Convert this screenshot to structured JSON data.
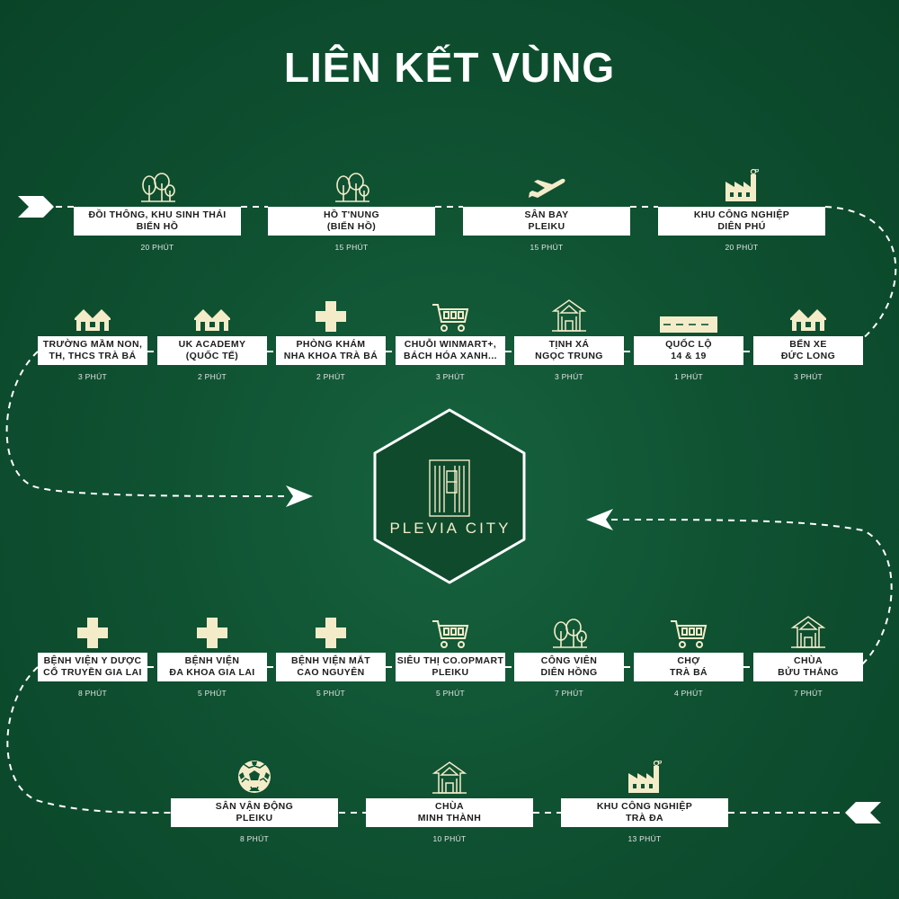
{
  "title": "LIÊN KẾT VÙNG",
  "center": {
    "name": "PLEVIA CITY"
  },
  "colors": {
    "background": "#0f5232",
    "icon": "#f4ecc9",
    "box": "#ffffff"
  },
  "rows": [
    [
      {
        "icon": "trees-icon",
        "line1": "ĐỒI THÔNG, KHU SINH THÁI",
        "line2": "BIỂN HỒ",
        "time": "20 PHÚT"
      },
      {
        "icon": "trees-icon",
        "line1": "HỒ T'NUNG",
        "line2": "(BIỂN HỒ)",
        "time": "15 PHÚT"
      },
      {
        "icon": "airplane-icon",
        "line1": "SÂN BAY",
        "line2": "PLEIKU",
        "time": "15 PHÚT"
      },
      {
        "icon": "factory-icon",
        "line1": "KHU CÔNG NGHIỆP",
        "line2": "DIÊN PHÚ",
        "time": "20 PHÚT"
      }
    ],
    [
      {
        "icon": "school-icon",
        "line1": "TRƯỜNG MẦM NON,",
        "line2": "TH, THCS TRÀ BÁ",
        "time": "3 PHÚT"
      },
      {
        "icon": "school-icon",
        "line1": "UK ACADEMY",
        "line2": "(QUỐC TẾ)",
        "time": "2 PHÚT"
      },
      {
        "icon": "medical-cross-icon",
        "line1": "PHÒNG KHÁM",
        "line2": "NHA KHOA TRÀ BÁ",
        "time": "2 PHÚT"
      },
      {
        "icon": "shopping-cart-icon",
        "line1": "CHUỖI WINMART+,",
        "line2": "BÁCH HÓA XANH...",
        "time": "3 PHÚT"
      },
      {
        "icon": "temple-icon",
        "line1": "TỊNH XÁ",
        "line2": "NGỌC TRUNG",
        "time": "3 PHÚT"
      },
      {
        "icon": "road-icon",
        "line1": "QUỐC LỘ",
        "line2": "14 & 19",
        "time": "1 PHÚT"
      },
      {
        "icon": "house-icon",
        "line1": "BẾN XE",
        "line2": "ĐỨC LONG",
        "time": "3 PHÚT"
      }
    ],
    [
      {
        "icon": "medical-cross-icon",
        "line1": "BỆNH VIỆN Y DƯỢC",
        "line2": "CỔ TRUYỀN GIA LAI",
        "time": "8 PHÚT"
      },
      {
        "icon": "medical-cross-icon",
        "line1": "BỆNH VIỆN",
        "line2": "ĐA KHOA GIA LAI",
        "time": "5 PHÚT"
      },
      {
        "icon": "medical-cross-icon",
        "line1": "BỆNH VIỆN MẮT",
        "line2": "CAO NGUYÊN",
        "time": "5 PHÚT"
      },
      {
        "icon": "shopping-cart-icon",
        "line1": "SIÊU THỊ CO.OPMART",
        "line2": "PLEIKU",
        "time": "5 PHÚT"
      },
      {
        "icon": "trees-icon",
        "line1": "CÔNG VIÊN",
        "line2": "DIÊN HỒNG",
        "time": "7 PHÚT"
      },
      {
        "icon": "shopping-cart-icon",
        "line1": "CHỢ",
        "line2": "TRÀ BÁ",
        "time": "4 PHÚT"
      },
      {
        "icon": "temple-icon",
        "line1": "CHÙA",
        "line2": "BỬU THẮNG",
        "time": "7 PHÚT"
      }
    ],
    [
      {
        "icon": "soccer-ball-icon",
        "line1": "SÂN VẬN ĐỘNG",
        "line2": "PLEIKU",
        "time": "8 PHÚT"
      },
      {
        "icon": "temple-icon",
        "line1": "CHÙA",
        "line2": "MINH THÀNH",
        "time": "10 PHÚT"
      },
      {
        "icon": "factory-icon",
        "line1": "KHU CÔNG NGHIỆP",
        "line2": "TRÀ ĐA",
        "time": "13 PHÚT"
      }
    ]
  ]
}
